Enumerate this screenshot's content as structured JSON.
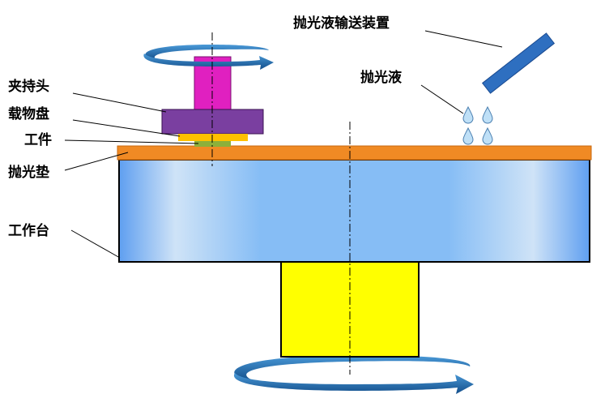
{
  "labels": {
    "feed_device": "抛光液输送装置",
    "slurry": "抛光液",
    "holder_head": "夹持头",
    "carrier_plate": "载物盘",
    "workpiece": "工件",
    "polishing_pad": "抛光垫",
    "worktable": "工作台"
  },
  "colors": {
    "arrow": "#1f6fb5",
    "spindle": "#e020c0",
    "carrier": "#7a3fa0",
    "shim": "#ffc000",
    "workpiece": "#8db03a",
    "pad": "#f08a24",
    "table": "#8ec0f5",
    "pedestal": "#ffff00",
    "nozzle": "#2e6fc0"
  }
}
